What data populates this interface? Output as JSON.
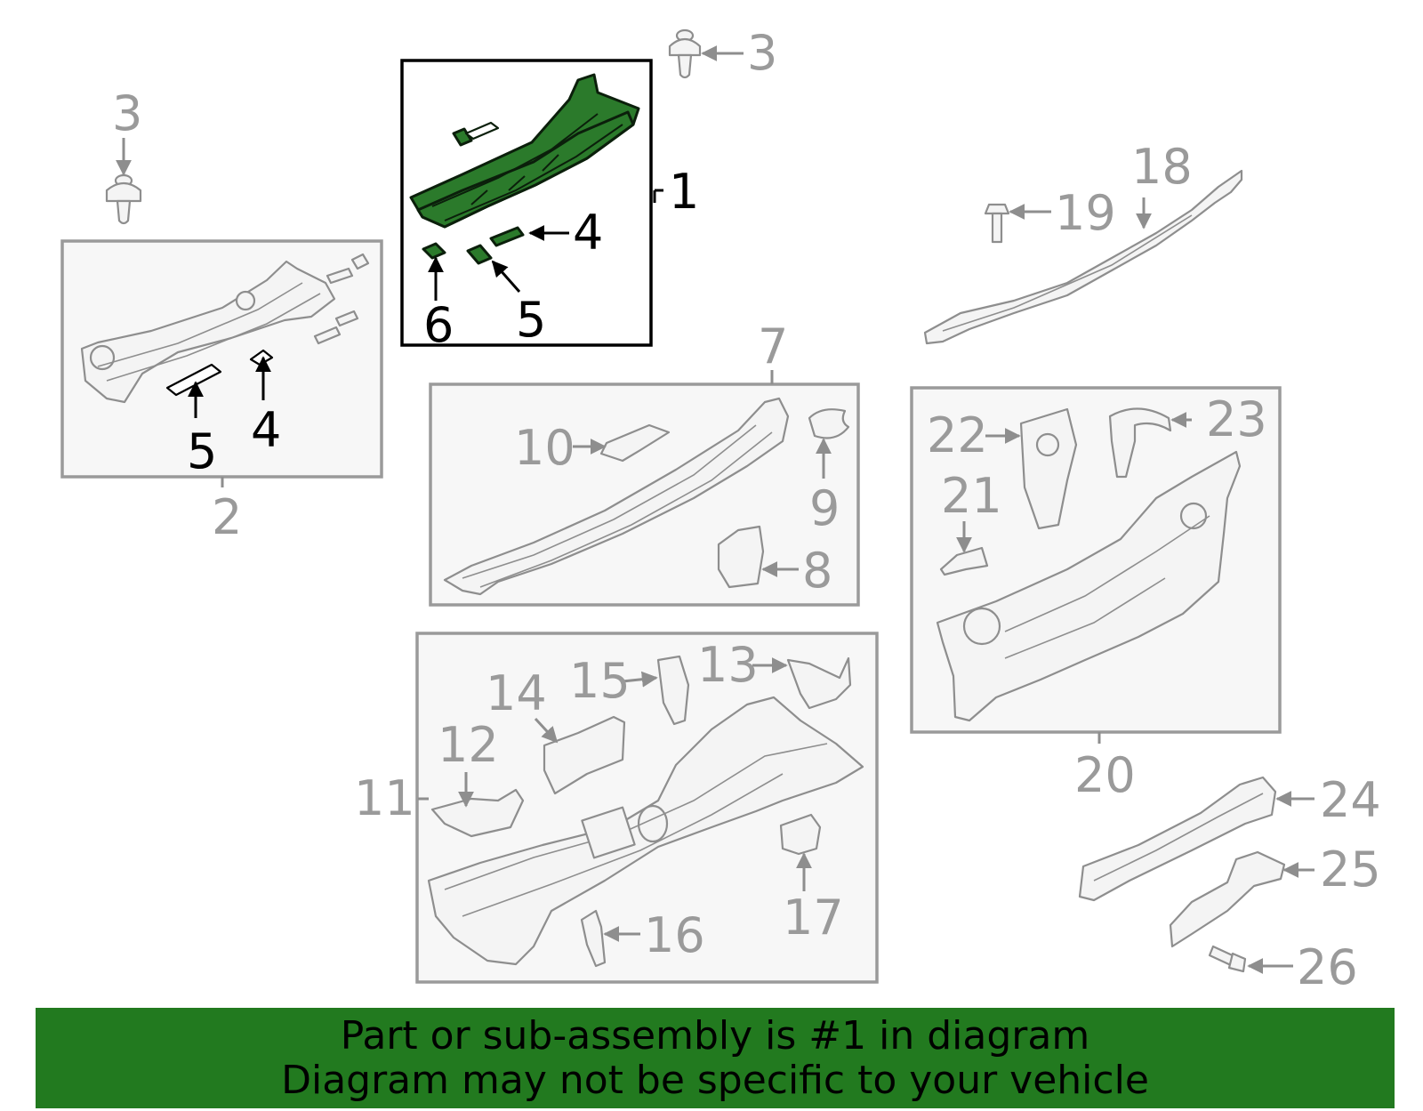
{
  "banner": {
    "line1": "Part or sub-assembly is #1 in diagram",
    "line2": "Diagram may not be specific to your vehicle",
    "color": "#227a1f"
  },
  "highlight_color": "#2b7a2b",
  "highlighted_part": "1",
  "callouts": {
    "c1": "1",
    "c2": "2",
    "c3_top": "3",
    "c3_left": "3",
    "c4_box1": "4",
    "c4_box2": "4",
    "c5_box1": "5",
    "c5_box2": "5",
    "c6": "6",
    "c7": "7",
    "c8": "8",
    "c9": "9",
    "c10": "10",
    "c11": "11",
    "c12": "12",
    "c13": "13",
    "c14": "14",
    "c15": "15",
    "c16": "16",
    "c17": "17",
    "c18": "18",
    "c19": "19",
    "c20": "20",
    "c21": "21",
    "c22": "22",
    "c23": "23",
    "c24": "24",
    "c25": "25",
    "c26": "26"
  }
}
